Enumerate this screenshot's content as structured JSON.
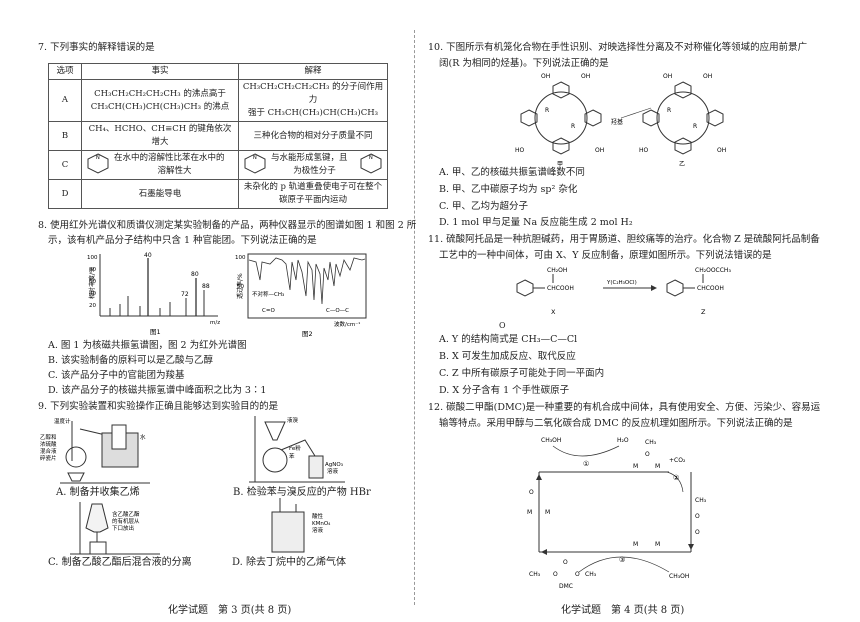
{
  "q7": {
    "stem": "7. 下列事实的解释错误的是",
    "headers": [
      "选项",
      "事实",
      "解释"
    ],
    "rows": [
      {
        "opt": "A",
        "fact": [
          "CH₃CH₂CH₂CH₂CH₃ 的沸点高于",
          "CH₃CH(CH₃)CH(CH₃)CH₃ 的沸点"
        ],
        "expl": [
          "CH₃CH₂CH₂CH₂CH₃ 的分子间作用力",
          "强于 CH₃CH(CH₃)CH(CH₃)CH₃"
        ]
      },
      {
        "opt": "B",
        "fact": [
          "CH₄、HCHO、CH≡CH 的键角依次增大"
        ],
        "expl": [
          "三种化合物的相对分子质量不同"
        ]
      },
      {
        "opt": "C",
        "fact": [
          "在水中的溶解性比苯在水中的",
          "溶解性大"
        ],
        "expl": [
          "与水能形成氢键，且",
          "为极性分子"
        ]
      },
      {
        "opt": "D",
        "fact": [
          "石墨能导电"
        ],
        "expl": [
          "未杂化的 p 轨道重叠使电子可在整个",
          "碳原子平面内运动"
        ]
      }
    ]
  },
  "q8": {
    "stem": [
      "8. 使用红外光谱仪和质谱仪测定某实验制备的产品，两种仪器显示的图谱如图 1 和图 2 所",
      "示，该有机产品分子结构中只含 1 种官能团。下列说法正确的是"
    ],
    "fig1": {
      "ylabel": "相对丰度/%",
      "ticks": [
        "100",
        "80",
        "60",
        "40",
        "20"
      ],
      "peaks": [
        "40",
        "80",
        "72",
        "88"
      ],
      "xlabel": "m/z",
      "caption": "图1"
    },
    "fig2": {
      "ylabel": "透过率/%",
      "ticks": [
        "100",
        "50"
      ],
      "labels": [
        "不对称—CH₃",
        "C=O",
        "C—O—C"
      ],
      "xlabel": "波数/cm⁻¹",
      "caption": "图2"
    },
    "options": [
      "A. 图 1 为核磁共振氢谱图，图 2 为红外光谱图",
      "B. 该实验制备的原料可以是乙酸与乙醇",
      "C. 该产品分子中的官能团为羧基",
      "D. 该产品分子的核磁共振氢谱中峰面积之比为 3∶1"
    ]
  },
  "q9": {
    "stem": "9. 下列实验装置和实验操作正确且能够达到实验目的的是",
    "labels": {
      "thermo": "温度计",
      "mix1": "乙醇和",
      "mix2": "浓硫酸",
      "mix3": "混合液",
      "mix4": "碎瓷片",
      "water": "水",
      "brom": "液溴",
      "fe": "Fe粉",
      "benz": "苯",
      "agno3": "AgNO₃",
      "sol": "溶液",
      "m1": "含乙酸乙酯",
      "m2": "的有机层从",
      "m3": "下口放出",
      "acid": "酸性",
      "kmno4": "KMnO₄",
      "sol2": "溶液"
    },
    "captions": [
      "A. 制备并收集乙烯",
      "B. 检验苯与溴反应的产物 HBr",
      "C. 制备乙酸乙酯后混合液的分离",
      "D. 除去丁烷中的乙烯气体"
    ]
  },
  "q10": {
    "stem": [
      "10. 下图所示有机笼化合物在手性识别、对映选择性分离及不对称催化等领域的应用前景广",
      "阔(R 为相同的烃基)。下列说法正确的是"
    ],
    "labels": {
      "oh": "OH",
      "ho": "HO",
      "r": "R",
      "ketone": "羟基",
      "jia": "甲",
      "yi": "乙"
    },
    "options": [
      "A. 甲、乙的核磁共振氢谱峰数不同",
      "B. 甲、乙中碳原子均为 sp² 杂化",
      "C. 甲、乙均为超分子",
      "D. 1 mol 甲与足量 Na 反应能生成 2 mol H₂"
    ]
  },
  "q11": {
    "stem": [
      "11. 硫酸阿托品是一种抗胆碱药，用于胃肠道、胆绞痛等的治疗。化合物 Z 是硫酸阿托品制备",
      "工艺中的一种中间体，可由 X、Y 反应制备，原理如图所示。下列说法错误的是"
    ],
    "labels": {
      "ch2oh": "CH₂OH",
      "chcooh": "CHCOOH",
      "cond": "Y(C₂H₃OCl)",
      "ch2occh3": "CH₂OOCCH₃",
      "x": "X",
      "z": "Z"
    },
    "optA": "A. Y 的结构简式是 CH₃—C—Cl",
    "optA_o": "O",
    "options": [
      "B. X 可发生加成反应、取代反应",
      "C. Z 中所有碳原子可能处于同一平面内",
      "D. X 分子含有 1 个手性碳原子"
    ]
  },
  "q12": {
    "stem": [
      "12. 碳酸二甲酯(DMC)是一种重要的有机合成中间体，具有使用安全、方便、污染少、容易运",
      "输等特点。采用甲醇与二氧化碳合成 DMC 的反应机理如图所示。下列说法正确的是"
    ],
    "labels": {
      "ch3oh": "CH₃OH",
      "h2o": "H₂O",
      "co2": "+CO₂",
      "m": "M",
      "o": "O",
      "ch3": "CH₃",
      "c1": "①",
      "c2": "②",
      "c3": "③",
      "dmc": "DMC",
      "ch3oh2": "CH₃OH"
    }
  },
  "footer": {
    "left": "化学试题　第 3 页(共 8 页)",
    "right": "化学试题　第 4 页(共 8 页)"
  }
}
